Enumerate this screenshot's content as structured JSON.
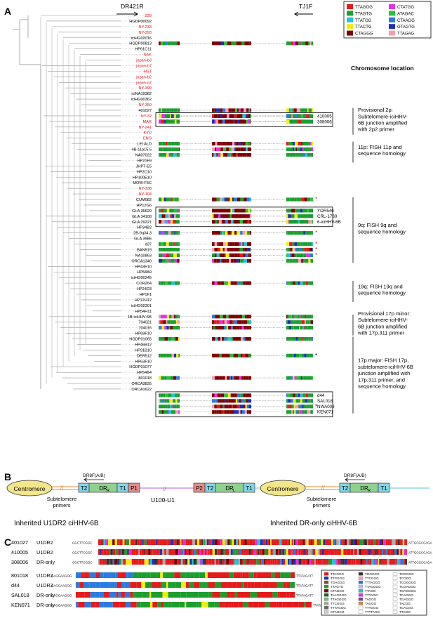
{
  "panels": {
    "a": "A",
    "b": "B",
    "c": "C"
  },
  "primers": {
    "left": "DR421R",
    "right": "TJ1F"
  },
  "chromosome_location_title": "Chromosome location",
  "legend_a": [
    {
      "seq": "TTAGGG",
      "color": "#e41a1c"
    },
    {
      "seq": "TTAGTG",
      "color": "#1b9e2f"
    },
    {
      "seq": "TTATGG",
      "color": "#22c3d9"
    },
    {
      "seq": "TTACTG",
      "color": "#f4ec0e"
    },
    {
      "seq": "CTAGGG",
      "color": "#7f0000"
    },
    {
      "seq": "CTATGG",
      "color": "#e62fe6"
    },
    {
      "seq": "ATAGAC",
      "color": "#27c23a"
    },
    {
      "seq": "CTAAGG",
      "color": "#2a7be0"
    },
    {
      "seq": "GTAGTG",
      "color": "#1c30b8"
    },
    {
      "seq": "TTAGAG",
      "color": "#f2a0b0"
    }
  ],
  "taxa": [
    {
      "name": "Z29",
      "red": true
    },
    {
      "name": "HGDP00092",
      "red": false
    },
    {
      "name": "NY-233",
      "red": true
    },
    {
      "name": "NY-393",
      "red": true
    },
    {
      "name": "iciHG02016",
      "red": false
    },
    {
      "name": "HGDP00813",
      "red": false
    },
    {
      "name": "HP61C11",
      "red": false
    },
    {
      "name": "NAK",
      "red": true
    },
    {
      "name": "japan-b3",
      "red": true
    },
    {
      "name": "japan-b7",
      "red": true
    },
    {
      "name": "HST",
      "red": true
    },
    {
      "name": "japan-b2",
      "red": true
    },
    {
      "name": "japan-a7",
      "red": true
    },
    {
      "name": "NY-399",
      "red": true
    },
    {
      "name": "iciNA19382",
      "red": false
    },
    {
      "name": "iciHG00362",
      "red": false
    },
    {
      "name": "NY-350",
      "red": true
    },
    {
      "name": "401027",
      "red": false
    },
    {
      "name": "NY-32",
      "red": true
    },
    {
      "name": "MAR",
      "red": true
    },
    {
      "name": "NY-241",
      "red": true
    },
    {
      "name": "KYD",
      "red": true
    },
    {
      "name": "ENO",
      "red": true
    },
    {
      "name": "LEI ALD",
      "red": false
    },
    {
      "name": "4B-11p15.5",
      "red": false
    },
    {
      "name": "NA07022",
      "red": false
    },
    {
      "name": "HP21F9",
      "red": false
    },
    {
      "name": "JHPT-E5",
      "red": false
    },
    {
      "name": "HP2C10",
      "red": false
    },
    {
      "name": "HP100E10",
      "red": false
    },
    {
      "name": "MOW-F5C",
      "red": false
    },
    {
      "name": "NY-338",
      "red": true
    },
    {
      "name": "NY-104",
      "red": true
    },
    {
      "name": "CUM082",
      "red": false
    },
    {
      "name": "HP12G6",
      "red": false
    },
    {
      "name": "GLA 35629",
      "red": false
    },
    {
      "name": "GLA 34108",
      "red": false
    },
    {
      "name": "GLA 29221",
      "red": false
    },
    {
      "name": "HP34B2",
      "red": false
    },
    {
      "name": "2B-9q34.3",
      "red": false
    },
    {
      "name": "GLA 3986",
      "red": false
    },
    {
      "name": "d37",
      "red": false
    },
    {
      "name": "BAN519",
      "red": false
    },
    {
      "name": "NA10863",
      "red": false
    },
    {
      "name": "ORCA1340",
      "red": false
    },
    {
      "name": "HP43E10",
      "red": false
    },
    {
      "name": "HP58A9",
      "red": false
    },
    {
      "name": "iciHG00245",
      "red": false
    },
    {
      "name": "COR264",
      "red": false
    },
    {
      "name": "HP24D3",
      "red": false
    },
    {
      "name": "HP1F1",
      "red": false
    },
    {
      "name": "HP12H12",
      "red": false
    },
    {
      "name": "iciHG02301",
      "red": false
    },
    {
      "name": "HP54H11",
      "red": false
    },
    {
      "name": "1B-iciHHV-6B",
      "red": false
    },
    {
      "name": "704021",
      "red": false
    },
    {
      "name": "704016",
      "red": false
    },
    {
      "name": "HP69F10",
      "red": false
    },
    {
      "name": "HGDP01065",
      "red": false
    },
    {
      "name": "HP46B12",
      "red": false
    },
    {
      "name": "HP91B10",
      "red": false
    },
    {
      "name": "DER512",
      "red": false
    },
    {
      "name": "HP63F10",
      "red": false
    },
    {
      "name": "HGDP01077",
      "red": false
    },
    {
      "name": "HP54B4",
      "red": false
    },
    {
      "name": "801018",
      "red": false
    },
    {
      "name": "ORCA3835",
      "red": false
    },
    {
      "name": "ORCA1622",
      "red": false
    }
  ],
  "extra_tracks_labels": {
    "g2p": [
      "410005",
      "308006"
    ],
    "g9q": [
      "YOR546",
      "CRL-1730",
      "6-iciHHV-6B"
    ],
    "g17p": [
      "d44",
      "SAL018",
      "NWA008",
      "KEN071"
    ]
  },
  "annotations": [
    {
      "text": [
        "Provisional 2p:",
        "Subtelomere-iciHHV-",
        "6B junction amplified",
        "with 2p2 primer"
      ]
    },
    {
      "text": [
        "11p: FISH 11p and",
        "sequence homology"
      ]
    },
    {
      "text": [
        "9q: FISH 9q and",
        "sequence homology"
      ]
    },
    {
      "text": [
        "19q: FISH 19q and",
        "sequence homology"
      ]
    },
    {
      "text": [
        "Provisional 17p minor:",
        "Subtelomere-iciHHV-",
        "6B junction amplified",
        "with 17p.311 primer"
      ]
    },
    {
      "text": [
        "17p major: FISH 17p,",
        "subtelomere-iciHHV-6B",
        "junction amplified with",
        "17p.311 primer, and",
        "sequence homology"
      ]
    }
  ],
  "schematic": {
    "centromere": "Centromere",
    "subtelomere": [
      "Subtelomere",
      "primers"
    ],
    "dr8f": "DR8F(A/B)",
    "boxes_left": [
      "T2",
      "DR",
      "T1",
      "P1"
    ],
    "dr_r_sub": "R",
    "boxes_mid": [
      "P2",
      "T2",
      "DR",
      "T1"
    ],
    "dr_l_sub": "L",
    "u100": "U100-U1",
    "inherited_u1dr2": "Inherited U1DR2 ciHHV-6B",
    "inherited_dr_only": "Inherited DR-only ciHHV-6B"
  },
  "panel_c_rows_top": [
    {
      "id": "401027",
      "type": "U1DR2",
      "left": "GGCTTCGGC",
      "right": "ATTGCGCCAGA"
    },
    {
      "id": "410005",
      "type": "U1DR2",
      "left": "GGCTTCGGC",
      "right": "ATTGCGCCAGA"
    },
    {
      "id": "308006",
      "type": "DR-only",
      "left": "GGCTTCGGC",
      "right": "ATTGCGCCAGA"
    }
  ],
  "panel_c_rows_bottom": [
    {
      "id": "801018",
      "type": "U1DR2",
      "left": "GAGGAAGGG",
      "right": "TTATAGATT"
    },
    {
      "id": "d44",
      "type": "U1DR2",
      "left": "GAGGAAGGG",
      "right": "TTATAGATT"
    },
    {
      "id": "SAL018",
      "type": "DR-only",
      "left": "GAGGAAGGG",
      "right": "TTATAGATT"
    },
    {
      "id": "KEN071",
      "type": "DR-only",
      "left": "GAGGAAGGG",
      "right": "TTATAGATT"
    }
  ],
  "legend_c": [
    {
      "seq": "TTAGGG",
      "color": "#e41a1c"
    },
    {
      "seq": "TGGGGG",
      "color": "#333333"
    },
    {
      "seq": "TGGGGG",
      "color": "#ffffff"
    },
    {
      "seq": "TTGGGG",
      "color": "#1c30b8"
    },
    {
      "seq": "TTCGGG",
      "color": "#f2a0b0"
    },
    {
      "seq": "TCGGG",
      "color": "#ffffff"
    },
    {
      "seq": "TGAGGG",
      "color": "#8b4a2b"
    },
    {
      "seq": "TTTAGGG",
      "color": "#2a7be0"
    },
    {
      "seq": "TCGGGGG",
      "color": "#ffffff"
    },
    {
      "seq": "TTAGTG",
      "color": "#1b9e2f"
    },
    {
      "seq": "TTAGGGG",
      "color": "#b9b9ff"
    },
    {
      "seq": "TCGAGGG",
      "color": "#ffffff"
    },
    {
      "seq": "CTAGGG",
      "color": "#7f0000"
    },
    {
      "seq": "TTAGG",
      "color": "#22c3d9"
    },
    {
      "seq": "TGAGGGG",
      "color": "#ffffff"
    },
    {
      "seq": "TAAGGGG",
      "color": "#0b6b2a"
    },
    {
      "seq": "TTTAGG",
      "color": "#e62fe6"
    },
    {
      "seq": "TCAGGG",
      "color": "#ffffff"
    },
    {
      "seq": "TTAGGGG",
      "color": "#7fb77f"
    },
    {
      "seq": "TAGGG",
      "color": "#7b3fa0"
    },
    {
      "seq": "TGAGGG",
      "color": "#ffffff"
    },
    {
      "seq": "TTCGGG",
      "color": "#aaaaaa"
    },
    {
      "seq": "TAGGG",
      "color": "#c98d45"
    },
    {
      "seq": "TACGG",
      "color": "#ffffff"
    },
    {
      "seq": "TTTAGGG",
      "color": "#6b6b6b"
    },
    {
      "seq": "TTTGGG",
      "color": "#ffffff"
    },
    {
      "seq": "TCACGG",
      "color": "#ffffff"
    },
    {
      "seq": "CTAGGG",
      "color": "#cccccc"
    },
    {
      "seq": "TTTTAGG",
      "color": "#ffffff"
    },
    {
      "seq": "TTCGG",
      "color": "#ffffff"
    }
  ]
}
